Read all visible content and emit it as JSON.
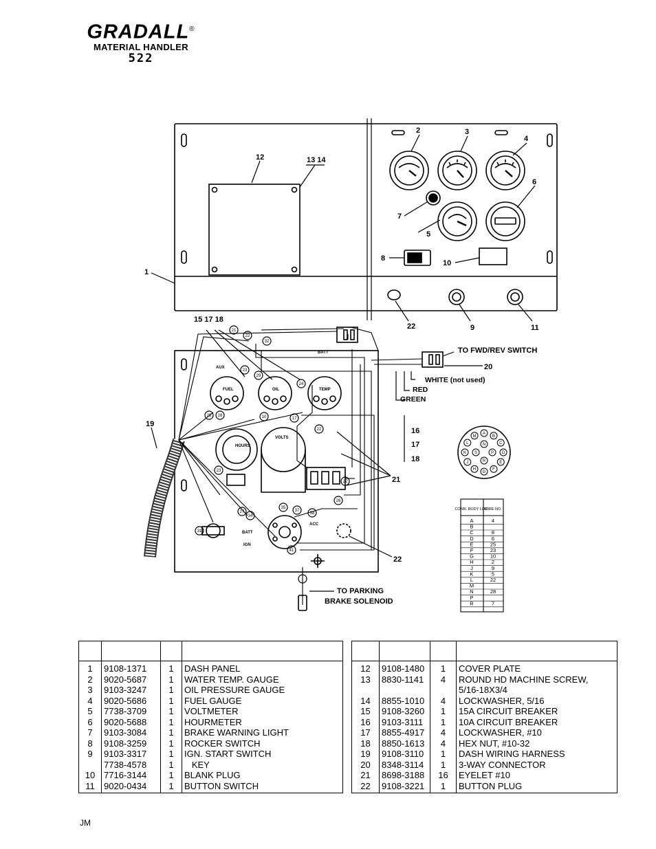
{
  "header": {
    "logo_text": "GRADALL",
    "registered_mark": "®",
    "subtitle": "MATERIAL HANDLER",
    "model": "522"
  },
  "diagram": {
    "callouts": [
      "1",
      "2",
      "3",
      "4",
      "5",
      "6",
      "7",
      "8",
      "9",
      "10",
      "11",
      "12",
      "13 14",
      "15 17 18",
      "16",
      "17",
      "18",
      "19",
      "20",
      "21",
      "22",
      "22"
    ],
    "labels": {
      "fwd_rev": "TO FWD/REV SWITCH",
      "white": "WHITE (not used)",
      "red": "RED",
      "green": "GREEN",
      "parking_1": "TO PARKING",
      "parking_2": "BRAKE SOLENOID",
      "aux": "AUX",
      "batt_top": "BATT",
      "fuel": "FUEL",
      "oil": "OIL",
      "temp": "TEMP",
      "hours": "HOURS",
      "volts": "VOLTS",
      "acc": "ACC",
      "batt": "BATT",
      "ign": "IGN"
    },
    "wire_markers": [
      "21",
      "22",
      "32",
      "23",
      "29",
      "24",
      "25",
      "28",
      "10",
      "17",
      "22",
      "23",
      "22",
      "26",
      "27",
      "34",
      "35",
      "37",
      "38",
      "31",
      "41"
    ],
    "connector_pins": [
      "A",
      "B",
      "C",
      "D",
      "E",
      "F",
      "G",
      "H",
      "J",
      "K",
      "L",
      "M",
      "N",
      "P",
      "R",
      "S"
    ],
    "conn_table": {
      "header_1": "CONN. BODY LOC.",
      "header_2": "WIRE NO.",
      "rows": [
        [
          "A",
          "4"
        ],
        [
          "B",
          ""
        ],
        [
          "C",
          "8"
        ],
        [
          "D",
          "6"
        ],
        [
          "E",
          "25"
        ],
        [
          "F",
          "23"
        ],
        [
          "G",
          "10"
        ],
        [
          "H",
          "2"
        ],
        [
          "J",
          "9"
        ],
        [
          "K",
          "5"
        ],
        [
          "L",
          "22"
        ],
        [
          "M",
          ""
        ],
        [
          "N",
          "28"
        ],
        [
          "P",
          ""
        ],
        [
          "R",
          "7"
        ]
      ]
    }
  },
  "parts_left": {
    "headers": [
      "",
      "",
      "",
      ""
    ],
    "rows": [
      {
        "item": "1",
        "part": "9108-1371",
        "qty": "1",
        "desc": "DASH PANEL"
      },
      {
        "item": "2",
        "part": "9020-5687",
        "qty": "1",
        "desc": "WATER TEMP. GAUGE"
      },
      {
        "item": "3",
        "part": "9103-3247",
        "qty": "1",
        "desc": "OIL PRESSURE GAUGE"
      },
      {
        "item": "4",
        "part": "9020-5686",
        "qty": "1",
        "desc": "FUEL GAUGE"
      },
      {
        "item": "5",
        "part": "7738-3709",
        "qty": "1",
        "desc": "VOLTMETER"
      },
      {
        "item": "6",
        "part": "9020-5688",
        "qty": "1",
        "desc": "HOURMETER"
      },
      {
        "item": "7",
        "part": "9103-3084",
        "qty": "1",
        "desc": "BRAKE WARNING LIGHT"
      },
      {
        "item": "8",
        "part": "9108-3259",
        "qty": "1",
        "desc": "ROCKER SWITCH"
      },
      {
        "item": "9",
        "part": "9103-3317",
        "qty": "1",
        "desc": "IGN. START SWITCH"
      },
      {
        "item": "",
        "part": "7738-4578",
        "qty": "1",
        "desc": "   KEY"
      },
      {
        "item": "10",
        "part": "7716-3144",
        "qty": "1",
        "desc": "BLANK PLUG"
      },
      {
        "item": "11",
        "part": "9020-0434",
        "qty": "1",
        "desc": "BUTTON SWITCH"
      }
    ]
  },
  "parts_right": {
    "headers": [
      "",
      "",
      "",
      ""
    ],
    "rows": [
      {
        "item": "12",
        "part": "9108-1480",
        "qty": "1",
        "desc": "COVER PLATE"
      },
      {
        "item": "13",
        "part": "8830-1141",
        "qty": "4",
        "desc": "ROUND HD MACHINE SCREW,"
      },
      {
        "item": "",
        "part": "",
        "qty": "",
        "desc": "5/16-18X3/4"
      },
      {
        "item": "14",
        "part": "8855-1010",
        "qty": "4",
        "desc": "LOCKWASHER, 5/16"
      },
      {
        "item": "15",
        "part": "9108-3260",
        "qty": "1",
        "desc": "15A CIRCUIT BREAKER"
      },
      {
        "item": "16",
        "part": "9103-3111",
        "qty": "1",
        "desc": "10A CIRCUIT BREAKER"
      },
      {
        "item": "17",
        "part": "8855-4917",
        "qty": "4",
        "desc": "LOCKWASHER, #10"
      },
      {
        "item": "18",
        "part": "8850-1613",
        "qty": "4",
        "desc": "HEX NUT, #10-32"
      },
      {
        "item": "19",
        "part": "9108-3110",
        "qty": "1",
        "desc": "DASH WIRING HARNESS"
      },
      {
        "item": "20",
        "part": "8348-3114",
        "qty": "1",
        "desc": "3-WAY CONNECTOR"
      },
      {
        "item": "21",
        "part": "8698-3188",
        "qty": "16",
        "desc": "EYELET #10"
      },
      {
        "item": "22",
        "part": "9108-3221",
        "qty": "1",
        "desc": "BUTTON PLUG"
      }
    ]
  },
  "footer": {
    "initials": "JM"
  }
}
